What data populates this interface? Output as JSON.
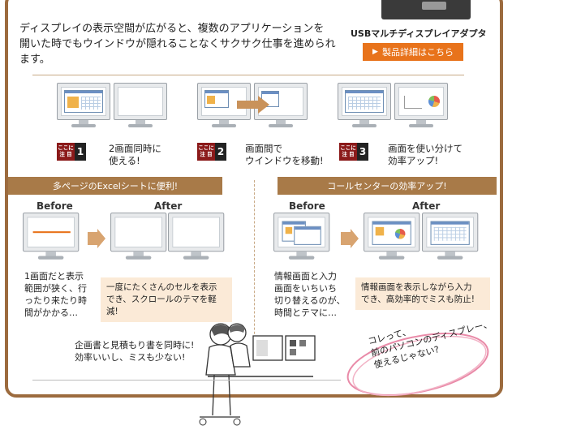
{
  "intro": {
    "line1": "ディスプレイの表示空間が広がると、複数のアプリケーションを",
    "line2": "開いた時でもウインドウが隠れることなくサクサク仕事を進められます。"
  },
  "product": {
    "name": "USBマルチディスプレイアダプタ",
    "detail_button": "製品詳細はこちら",
    "detail_arrow": "▶"
  },
  "points": [
    {
      "badge_top": "ここに",
      "badge_bottom": "注 目",
      "number": "1",
      "line1": "2画面同時に",
      "line2": "使える!"
    },
    {
      "badge_top": "ここに",
      "badge_bottom": "注 目",
      "number": "2",
      "line1": "画面間で",
      "line2": "ウインドウを移動!"
    },
    {
      "badge_top": "ここに",
      "badge_bottom": "注 目",
      "number": "3",
      "line1": "画面を使い分けて",
      "line2": "効率アップ!"
    }
  ],
  "excel": {
    "title": "多ページのExcelシートに便利!",
    "before": "Before",
    "after": "After",
    "before_text": [
      "1画面だと表示",
      "範囲が狭く、行",
      "ったり来たり時",
      "間がかかる…"
    ],
    "after_text": [
      "一度にたくさんのセルを表示",
      "でき、スクロールのテマを軽減!"
    ]
  },
  "callcenter": {
    "title": "コールセンターの効率アップ!",
    "before": "Before",
    "after": "After",
    "before_text": [
      "情報画面と入力",
      "画面をいちいち",
      "切り替えるのが、",
      "時間とテマに…"
    ],
    "after_text": [
      "情報画面を表示しながら入力",
      "でき、高効率的でミスも防止!"
    ]
  },
  "bottom": {
    "quote1": "企画書と見積もり書を同時に!",
    "quote2": "効率いいし、ミスも少ない!",
    "bubble1": "コレって、",
    "bubble2": "前のパソコンのディスプレー、",
    "bubble3": "使えるじゃない?"
  },
  "colors": {
    "frame": "#9c6b3e",
    "button": "#e8731b",
    "band": "#a87a48",
    "note": "#fbead7",
    "badge_red": "#8b1a1a",
    "bubble": "#e98aa8"
  }
}
